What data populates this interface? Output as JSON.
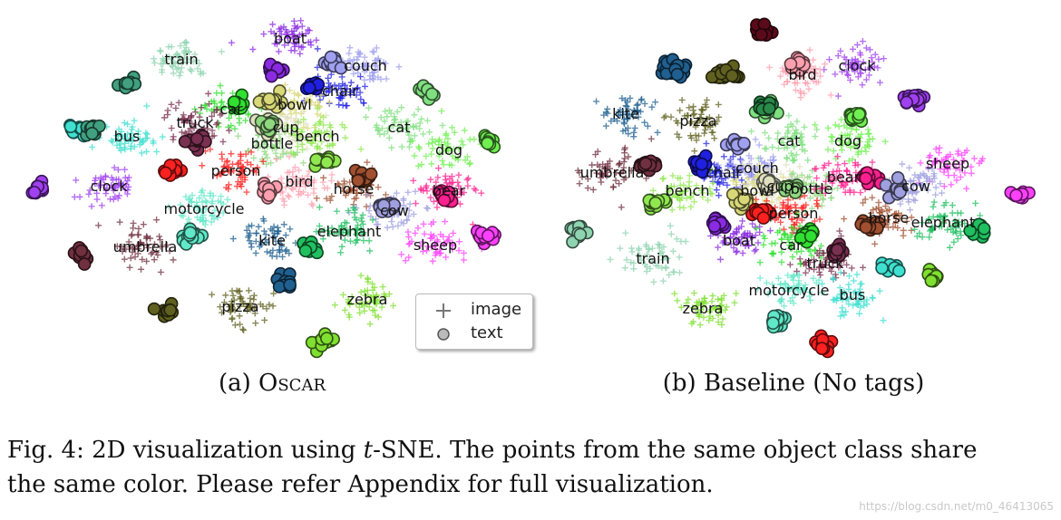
{
  "chart_data": [
    {
      "type": "scatter",
      "panel": "a",
      "caption_label": "(a)",
      "caption_name": "Oscar",
      "legend": {
        "entries": [
          "image",
          "text"
        ],
        "placement": "bottom-right"
      },
      "classes": [
        {
          "name": "train",
          "color": "#8fd4b0",
          "image": [
            185,
            65
          ],
          "text": null
        },
        {
          "name": "boat",
          "color": "#8a2be2",
          "image": [
            305,
            42
          ],
          "text": [
            290,
            78
          ]
        },
        {
          "name": "couch",
          "color": "#a0a0f0",
          "image": [
            388,
            72
          ],
          "text": [
            353,
            70
          ]
        },
        {
          "name": "chair",
          "color": "#2020e0",
          "image": [
            360,
            100
          ],
          "text": [
            330,
            97
          ]
        },
        {
          "name": "bowl",
          "color": "#d8d878",
          "image": [
            310,
            115
          ],
          "text": [
            283,
            112
          ]
        },
        {
          "name": "car",
          "color": "#30e030",
          "image": [
            240,
            120
          ],
          "text": [
            247,
            114
          ]
        },
        {
          "name": "truck",
          "color": "#7a3050",
          "image": [
            200,
            135
          ],
          "text": [
            200,
            155
          ]
        },
        {
          "name": "cup",
          "color": "#e0e0c0",
          "image": [
            300,
            140
          ],
          "text": [
            282,
            140
          ]
        },
        {
          "name": "bottle",
          "color": "#90d880",
          "image": [
            285,
            158
          ],
          "text": [
            283,
            140
          ]
        },
        {
          "name": "bench",
          "color": "#90e850",
          "image": [
            335,
            150
          ],
          "text": [
            340,
            178
          ]
        },
        {
          "name": "cat",
          "color": "#80e080",
          "image": [
            425,
            140
          ],
          "text": [
            455,
            100
          ]
        },
        {
          "name": "dog",
          "color": "#70f050",
          "image": [
            480,
            165
          ],
          "text": [
            525,
            155
          ]
        },
        {
          "name": "bus",
          "color": "#40e0d0",
          "image": [
            125,
            150
          ],
          "text": [
            70,
            140
          ]
        },
        {
          "name": "person",
          "color": "#ff2020",
          "image": [
            245,
            188
          ],
          "text": [
            175,
            188
          ]
        },
        {
          "name": "bird",
          "color": "#ffa0b0",
          "image": [
            315,
            200
          ],
          "text": [
            282,
            213
          ]
        },
        {
          "name": "horse",
          "color": "#a05030",
          "image": [
            375,
            208
          ],
          "text": [
            385,
            197
          ]
        },
        {
          "name": "bear",
          "color": "#ff2090",
          "image": [
            480,
            210
          ],
          "text": [
            475,
            215
          ]
        },
        {
          "name": "cow",
          "color": "#a0a0e0",
          "image": [
            420,
            232
          ],
          "text": [
            413,
            228
          ]
        },
        {
          "name": "clock",
          "color": "#a040f0",
          "image": [
            105,
            205
          ],
          "text": [
            28,
            210
          ]
        },
        {
          "name": "motorcycle",
          "color": "#60e8c8",
          "image": [
            210,
            230
          ],
          "text": [
            195,
            260
          ]
        },
        {
          "name": "kite",
          "color": "#206090",
          "image": [
            285,
            265
          ],
          "text": [
            298,
            310
          ]
        },
        {
          "name": "elephant",
          "color": "#20c060",
          "image": [
            370,
            255
          ],
          "text": [
            325,
            275
          ]
        },
        {
          "name": "sheep",
          "color": "#ff40ff",
          "image": [
            465,
            270
          ],
          "text": [
            520,
            262
          ]
        },
        {
          "name": "umbrella",
          "color": "#703040",
          "image": [
            145,
            272
          ],
          "text": [
            75,
            282
          ]
        },
        {
          "name": "pizza",
          "color": "#606020",
          "image": [
            250,
            338
          ],
          "text": [
            170,
            342
          ]
        },
        {
          "name": "zebra",
          "color": "#80e030",
          "image": [
            390,
            330
          ],
          "text": [
            340,
            378
          ]
        }
      ],
      "extra_text_clusters": [
        {
          "color": "#40a080",
          "pos": [
            125,
            95
          ]
        },
        {
          "color": "#40a080",
          "pos": [
            88,
            143
          ]
        }
      ]
    },
    {
      "type": "scatter",
      "panel": "b",
      "caption_label": "(b)",
      "caption_name": "Baseline (No tags)",
      "classes": [
        {
          "name": "kite",
          "color": "#206090",
          "image": [
            100,
            125
          ],
          "text": [
            145,
            75
          ]
        },
        {
          "name": "pizza",
          "color": "#606020",
          "image": [
            180,
            133
          ],
          "text": [
            205,
            82
          ]
        },
        {
          "name": "clock",
          "color": "#a040f0",
          "image": [
            355,
            72
          ],
          "text": [
            420,
            110
          ]
        },
        {
          "name": "bird",
          "color": "#ffa0b0",
          "image": [
            295,
            82
          ],
          "text": [
            288,
            70
          ]
        },
        {
          "name": "cat",
          "color": "#80e080",
          "image": [
            280,
            155
          ],
          "text": [
            255,
            120
          ]
        },
        {
          "name": "dog",
          "color": "#70f050",
          "image": [
            345,
            155
          ],
          "text": [
            355,
            130
          ]
        },
        {
          "name": "umbrella",
          "color": "#703040",
          "image": [
            85,
            190
          ],
          "text": [
            125,
            183
          ]
        },
        {
          "name": "chair",
          "color": "#2020e0",
          "image": [
            208,
            190
          ],
          "text": [
            180,
            183
          ]
        },
        {
          "name": "couch",
          "color": "#a0a0f0",
          "image": [
            245,
            185
          ],
          "text": [
            222,
            160
          ]
        },
        {
          "name": "bench",
          "color": "#90e850",
          "image": [
            168,
            210
          ],
          "text": [
            132,
            222
          ]
        },
        {
          "name": "bowl",
          "color": "#d8d878",
          "image": [
            245,
            210
          ],
          "text": [
            228,
            222
          ]
        },
        {
          "name": "cup",
          "color": "#e0e0c0",
          "image": [
            270,
            205
          ],
          "text": [
            258,
            203
          ]
        },
        {
          "name": "bottle",
          "color": "#90d880",
          "image": [
            305,
            208
          ],
          "text": [
            283,
            208
          ]
        },
        {
          "name": "bear",
          "color": "#ff2090",
          "image": [
            340,
            195
          ],
          "text": [
            370,
            195
          ]
        },
        {
          "name": "sheep",
          "color": "#ff40ff",
          "image": [
            455,
            180
          ],
          "text": [
            530,
            215
          ]
        },
        {
          "name": "cow",
          "color": "#a0a0e0",
          "image": [
            420,
            205
          ],
          "text": [
            400,
            210
          ]
        },
        {
          "name": "person",
          "color": "#ff2020",
          "image": [
            285,
            235
          ],
          "text": [
            250,
            235
          ]
        },
        {
          "name": "horse",
          "color": "#a05030",
          "image": [
            390,
            240
          ],
          "text": [
            368,
            250
          ]
        },
        {
          "name": "elephant",
          "color": "#20c060",
          "image": [
            450,
            245
          ],
          "text": [
            488,
            255
          ]
        },
        {
          "name": "boat",
          "color": "#8a2be2",
          "image": [
            225,
            265
          ],
          "text": [
            200,
            250
          ]
        },
        {
          "name": "car",
          "color": "#30e030",
          "image": [
            282,
            270
          ],
          "text": [
            300,
            258
          ]
        },
        {
          "name": "train",
          "color": "#8fd4b0",
          "image": [
            130,
            285
          ],
          "text": [
            45,
            255
          ]
        },
        {
          "name": "truck",
          "color": "#7a3050",
          "image": [
            320,
            290
          ],
          "text": [
            335,
            280
          ]
        },
        {
          "name": "zebra",
          "color": "#80e030",
          "image": [
            185,
            340
          ],
          "text": [
            440,
            305
          ]
        },
        {
          "name": "motorcycle",
          "color": "#60e8c8",
          "image": [
            280,
            320
          ],
          "text": [
            268,
            355
          ]
        },
        {
          "name": "bus",
          "color": "#40e0d0",
          "image": [
            350,
            325
          ],
          "text": [
            393,
            297
          ]
        }
      ],
      "extra_text_clusters": [
        {
          "color": "#5a0a1a",
          "pos": [
            252,
            38
          ]
        },
        {
          "color": "#206090",
          "pos": [
            158,
            75
          ]
        },
        {
          "color": "#606020",
          "pos": [
            218,
            82
          ]
        },
        {
          "color": "#a040f0",
          "pos": [
            418,
            110
          ]
        },
        {
          "color": "#2a8a4a",
          "pos": [
            255,
            118
          ]
        },
        {
          "color": "#ff2020",
          "pos": [
            318,
            378
          ]
        }
      ]
    }
  ],
  "caption": {
    "prefix": "Fig. 4: 2D visualization using ",
    "t": "t",
    "middle": "-SNE. The points from the same object class share",
    "line2": "the same color. Please refer Appendix for full visualization."
  },
  "watermark": "https://blog.csdn.net/m0_46413065"
}
